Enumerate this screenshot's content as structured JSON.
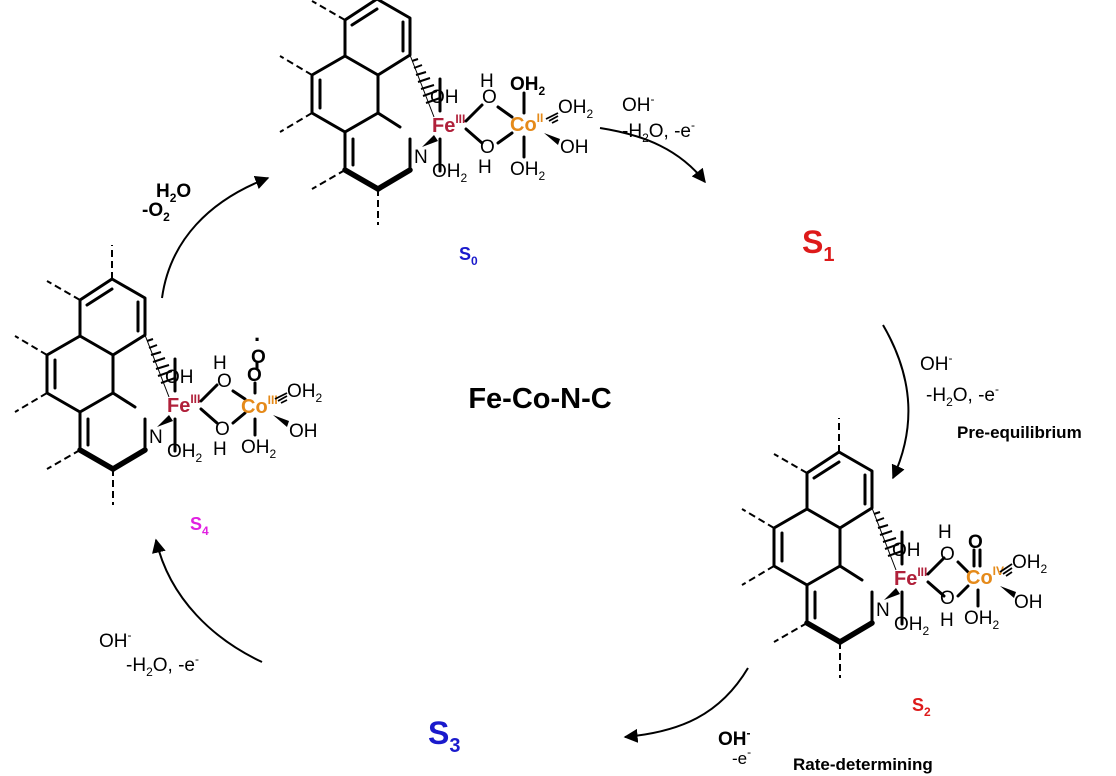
{
  "center_label": "Fe-Co-N-C",
  "colors": {
    "fe": "#b0203a",
    "co": "#e58a1a",
    "s0": "#1a1acc",
    "s1": "#dd1a1a",
    "s2": "#dd1a1a",
    "s3": "#1a1acc",
    "s4": "#e020e0",
    "ink": "#000000"
  },
  "states": {
    "s0": {
      "base": "S",
      "sub": "0"
    },
    "s1": {
      "base": "S",
      "sub": "1"
    },
    "s2": {
      "base": "S",
      "sub": "2"
    },
    "s3": {
      "base": "S",
      "sub": "3"
    },
    "s4": {
      "base": "S",
      "sub": "4"
    }
  },
  "steps": {
    "s0_s1": {
      "reagent": "OH",
      "charge": "-",
      "loss_a": "-H",
      "loss_sub": "2",
      "loss_b": "O, -e",
      "loss_charge": "-"
    },
    "s1_s2": {
      "reagent": "OH",
      "charge": "-",
      "loss_a": "-H",
      "loss_sub": "2",
      "loss_b": "O, -e",
      "loss_charge": "-",
      "note": "Pre-equilibrium"
    },
    "s2_s3": {
      "reagent": "OH",
      "charge": "-",
      "loss": "-e",
      "loss_charge": "-",
      "note": "Rate-determining"
    },
    "s3_s4": {
      "reagent": "OH",
      "charge": "-",
      "loss_a": "-H",
      "loss_sub": "2",
      "loss_b": "O, -e",
      "loss_charge": "-"
    },
    "s4_s0": {
      "l1_a": "H",
      "l1_sub": "2",
      "l1_b": "O",
      "l2_a": "-O",
      "l2_sub": "2"
    }
  },
  "metal_labels": {
    "fe": "Fe",
    "fe_ox": "III",
    "co_s0": "Co",
    "co_s0_ox": "II",
    "co_s2": "Co",
    "co_s2_ox": "IV",
    "co_s4": "Co",
    "co_s4_ox": "III"
  },
  "ligand_labels": {
    "oh": "OH",
    "o": "O",
    "h": "H",
    "n": "N",
    "oh2_base": "OH",
    "oh2_sub": "2",
    "water_base": "OH",
    "water_sub": "2",
    "superoxo": "O",
    "radical_dot": "·"
  }
}
